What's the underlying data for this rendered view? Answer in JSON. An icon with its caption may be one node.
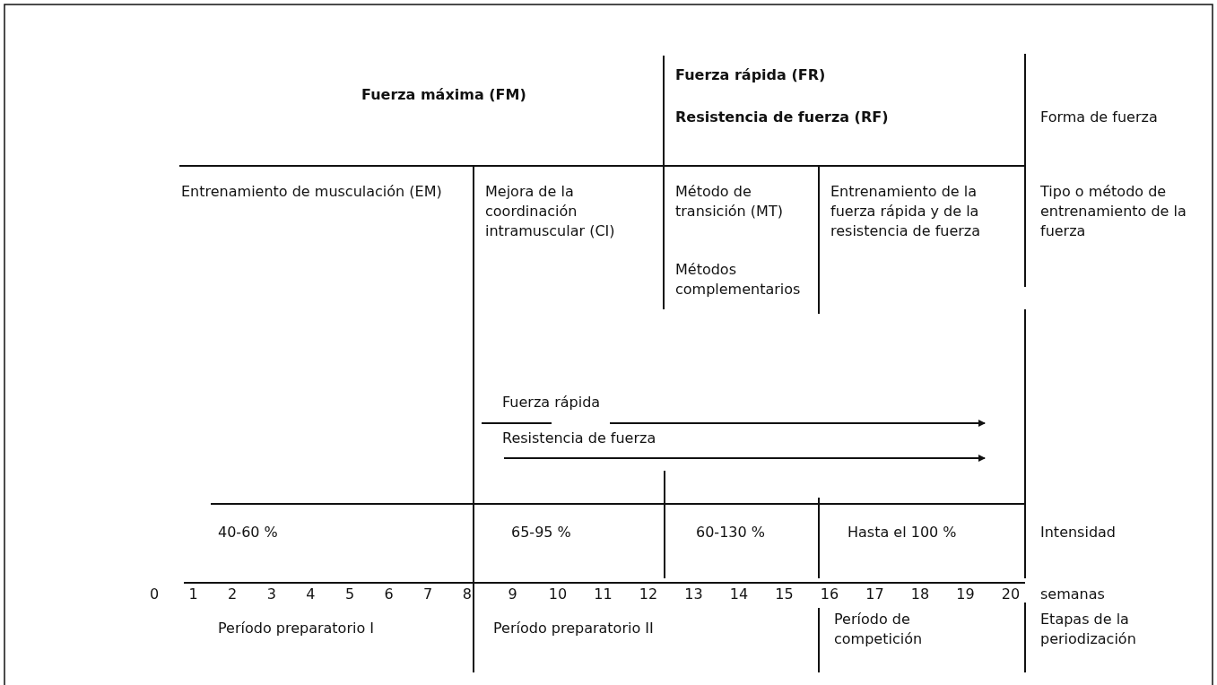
{
  "diagram": {
    "labels": [
      "Fuerza rápida (FR)",
      "Fuerza máxima (FM)",
      "Resistencia de fuerza (RF)",
      "Forma de fuerza",
      "Entrenamiento de musculación (EM)",
      "Mejora de la coordinación intramuscular (CI)",
      "Método de transición (MT)",
      "Métodos complementarios",
      "Entrenamiento de la fuerza rápida y de la resistencia de fuerza",
      "Tipo o método de entrenamiento de la fuerza",
      "Fuerza rápida",
      "Resistencia de fuerza",
      "40-60 %",
      "65-95 %",
      "60-130 %",
      "Hasta el 100 %",
      "Intensidad",
      "0",
      "1",
      "2",
      "3",
      "4",
      "5",
      "6",
      "7",
      "8",
      "9",
      "10",
      "11",
      "12",
      "13",
      "14",
      "15",
      "16",
      "17",
      "18",
      "19",
      "20",
      "semanas",
      "Período preparatorio I",
      "Período preparatorio II",
      "Período de competición",
      "Etapas de la periodización"
    ]
  }
}
